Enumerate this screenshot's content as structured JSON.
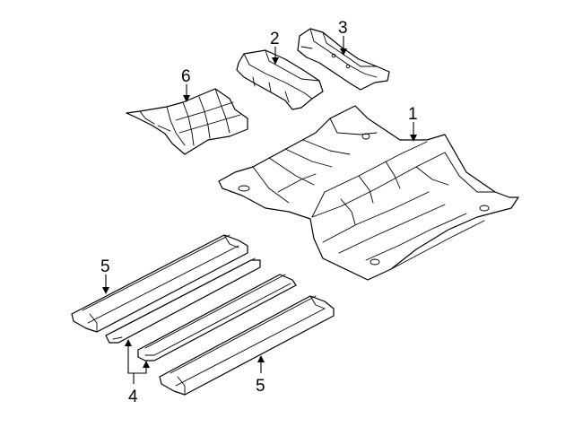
{
  "callouts": {
    "c1": "1",
    "c2": "2",
    "c3": "3",
    "c4": "4",
    "c5a": "5",
    "c5b": "5",
    "c6": "6"
  }
}
